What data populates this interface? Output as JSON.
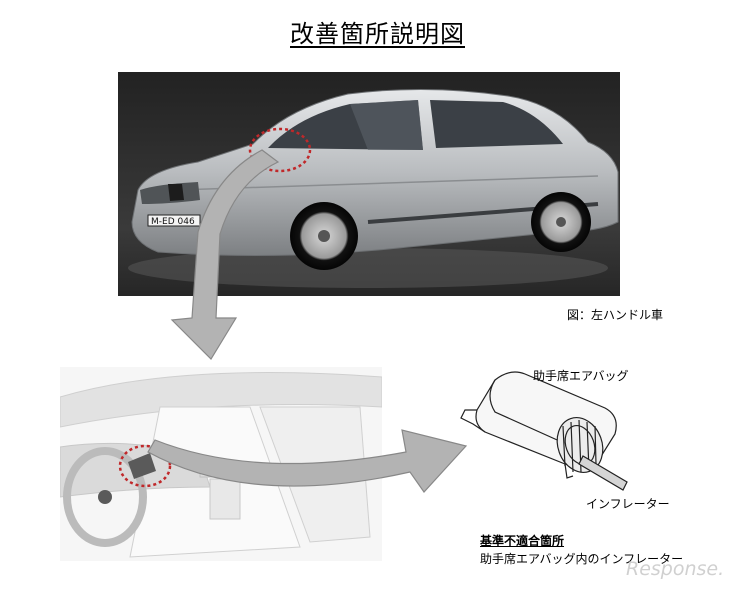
{
  "title": "改善箇所説明図",
  "photo_caption": "図：左ハンドル車",
  "labels": {
    "airbag": "助手席エアバッグ",
    "inflator": "インフレーター"
  },
  "defect": {
    "heading": "基準不適合箇所",
    "description": "助手席エアバッグ内のインフレーター"
  },
  "watermark": "Response.",
  "vehicle": {
    "license_plate": "M-ED 046"
  },
  "colors": {
    "marker_circle": "#c0282a",
    "arrow_fill": "#b3b3b3"
  },
  "icons": [
    "car-photo",
    "dashboard-illustration",
    "airbag-module-drawing",
    "dotted-circle-marker",
    "curved-arrow"
  ]
}
